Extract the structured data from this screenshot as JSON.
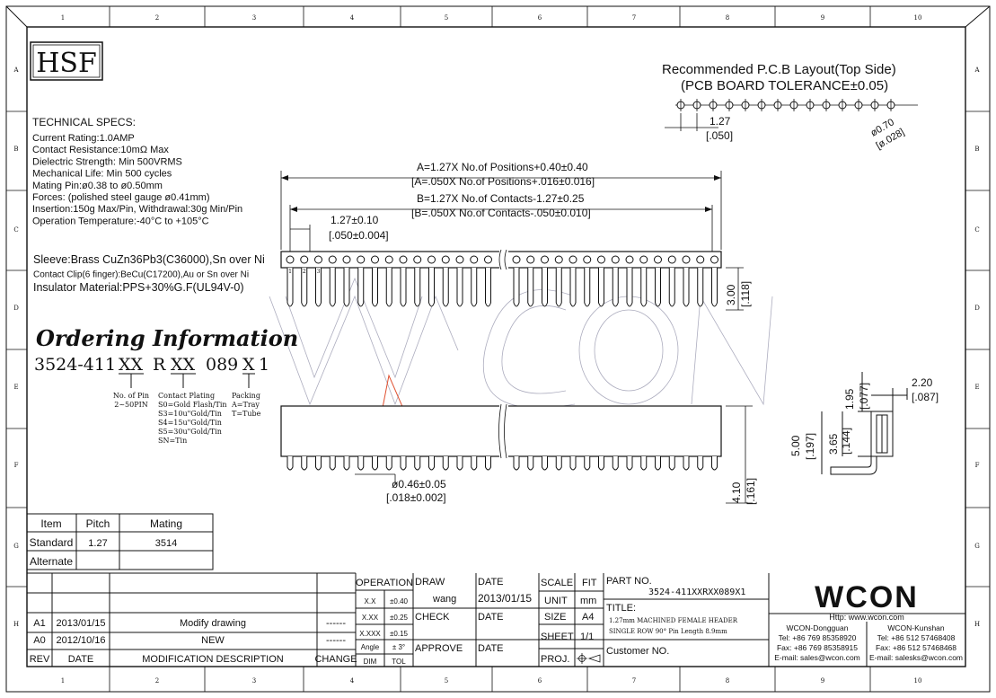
{
  "frame": {
    "columns": [
      "1",
      "2",
      "3",
      "4",
      "5",
      "6",
      "7",
      "8",
      "9",
      "10"
    ],
    "rows": [
      "A",
      "B",
      "C",
      "D",
      "E",
      "F",
      "G",
      "H"
    ]
  },
  "logo": "HSF",
  "specs": {
    "title": "TECHNICAL SPECS:",
    "lines": [
      "Current Rating:1.0AMP",
      "Contact Resistance:10mΩ Max",
      "Dielectric Strength: Min 500VRMS",
      "Mechanical Life: Min 500 cycles",
      "Mating Pin:ø0.38 to ø0.50mm",
      "Forces: (polished steel gauge ø0.41mm)",
      "Insertion:150g Max/Pin, Withdrawal:30g Min/Pin",
      "Operation Temperature:-40°C to +105°C"
    ],
    "materials": [
      "Sleeve:Brass CuZn36Pb3(C36000),Sn over Ni",
      "Contact Clip(6 finger):BeCu(C17200),Au or Sn over Ni",
      "Insulator Material:PPS+30%G.F(UL94V-0)"
    ]
  },
  "ordering": {
    "title": "Ordering Information",
    "code_prefix": "3524-411",
    "code_xx1": "XX",
    "code_r": "R",
    "code_xx2": "XX",
    "code_089": "089",
    "code_x": "X",
    "code_suffix": "1",
    "pin_label": [
      "No. of Pin",
      "2~50PIN"
    ],
    "plating_label": [
      "Contact Plating",
      "S0=Gold Flash/Tin",
      "S3=10u\"Gold/Tin",
      "S4=15u\"Gold/Tin",
      "S5=30u\"Gold/Tin",
      "SN=Tin"
    ],
    "packing_label": [
      "Packing",
      "A=Tray",
      "T=Tube"
    ]
  },
  "dims": {
    "a_line1": "A=1.27X No.of Positions+0.40±0.40",
    "a_line2": "[A=.050X No.of Positions+.016±0.016]",
    "b_line1": "B=1.27X No.of Contacts-1.27±0.25",
    "b_line2": "[B=.050X No.of Contacts-.050±0.010]",
    "pitch1": "1.27±0.10",
    "pitch2": "[.050±0.004]",
    "pin_nums": [
      "1",
      "2",
      "3"
    ],
    "height1": "3.00",
    "height2": "[.118]",
    "pin_d1": "ø0.46±0.05",
    "pin_d2": "[.018±0.002]",
    "tail1": "4.10",
    "tail2": "[.161]",
    "side_195": "1.95",
    "side_077": "[.077]",
    "side_220": "2.20",
    "side_087": "[.087]",
    "side_365": "3.65",
    "side_144": "[.144]",
    "side_500": "5.00",
    "side_197": "[.197]"
  },
  "pcb": {
    "title1": "Recommended P.C.B Layout(Top Side)",
    "title2": "(PCB BOARD TOLERANCE±0.05)",
    "pitch1": "1.27",
    "pitch2": "[.050]",
    "hole1": "ø0.70",
    "hole2": "[ø.028]",
    "hole_count": 14
  },
  "watermark": "WCON",
  "mating_table": {
    "headers": [
      "Item",
      "Pitch",
      "Mating"
    ],
    "rows": [
      [
        "Standard",
        "1.27",
        "3514"
      ],
      [
        "Alternate",
        "",
        ""
      ]
    ]
  },
  "revisions": {
    "rows": [
      [
        "A1",
        "2013/01/15",
        "Modify drawing",
        "------"
      ],
      [
        "A0",
        "2012/10/16",
        "NEW",
        "------"
      ]
    ],
    "footer": [
      "REV",
      "DATE",
      "MODIFICATION DESCRIPTION",
      "CHANGE"
    ]
  },
  "tolerance": {
    "title": "OPERATION",
    "rows": [
      [
        "X.X",
        "±0.40"
      ],
      [
        "X.XX",
        "±0.25"
      ],
      [
        "X.XXX",
        "±0.15"
      ],
      [
        "Angle",
        "± 3°"
      ]
    ],
    "footer": [
      "DIM",
      "TOL"
    ]
  },
  "titleblock": {
    "draw_label": "DRAW",
    "draw_name": "wang",
    "check_label": "CHECK",
    "approve_label": "APPROVE",
    "date_label": "DATE",
    "date_value": "2013/01/15",
    "scale_label": "SCALE",
    "scale_value": "FIT",
    "unit_label": "UNIT",
    "unit_value": "mm",
    "size_label": "SIZE",
    "size_value": "A4",
    "sheet_label": "SHEET",
    "sheet_value": "1/1",
    "proj_label": "PROJ.",
    "part_label": "PART NO.",
    "part_value": "3524-411XXRXX089X1",
    "title_label": "TITLE:",
    "title_line1": "1.27mm MACHINED FEMALE HEADER",
    "title_line2": "SINGLE ROW 90° Pin Length 8.9mm",
    "customer_label": "Customer NO."
  },
  "company": {
    "logo": "WCON",
    "website": "Http: www.wcon.com",
    "left": [
      "WCON-Dongguan",
      "Tel: +86 769 85358920",
      "Fax: +86 769 85358915",
      "E-mail: sales@wcon.com"
    ],
    "right": [
      "WCON-Kunshan",
      "Tel: +86 512 57468408",
      "Fax: +86 512 57468468",
      "E-mail: salesks@wcon.com"
    ]
  }
}
